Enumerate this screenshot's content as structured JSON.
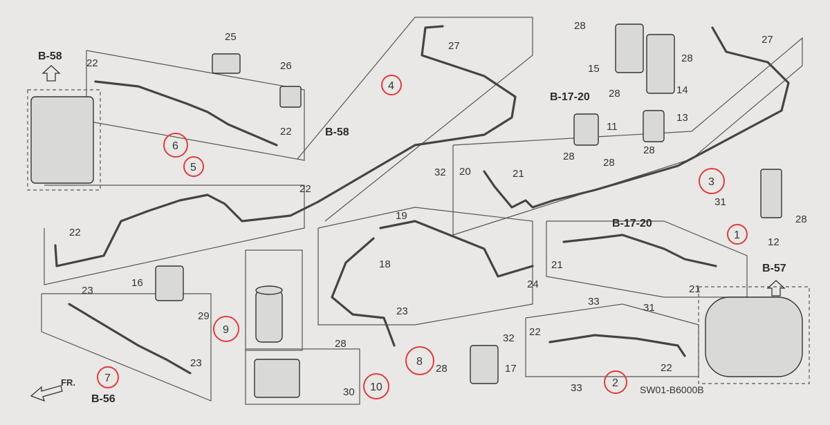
{
  "diagram": {
    "drawing_code": "SW01-B6000B",
    "front_label": "FR.",
    "accent_color": "#e23b3b",
    "circled_callouts": [
      "1",
      "2",
      "3",
      "4",
      "5",
      "6",
      "7",
      "8",
      "9",
      "10"
    ],
    "part_numbers": [
      "11",
      "12",
      "13",
      "14",
      "15",
      "16",
      "17",
      "18",
      "19",
      "20",
      "21",
      "22",
      "23",
      "24",
      "25",
      "26",
      "27",
      "28",
      "29",
      "30",
      "31",
      "32",
      "33"
    ],
    "references": {
      "b58_top": "B-58",
      "b58_mid": "B-58",
      "b1720_upper": "B-17-20",
      "b1720_lower": "B-17-20",
      "b57": "B-57",
      "b56": "B-56"
    }
  }
}
